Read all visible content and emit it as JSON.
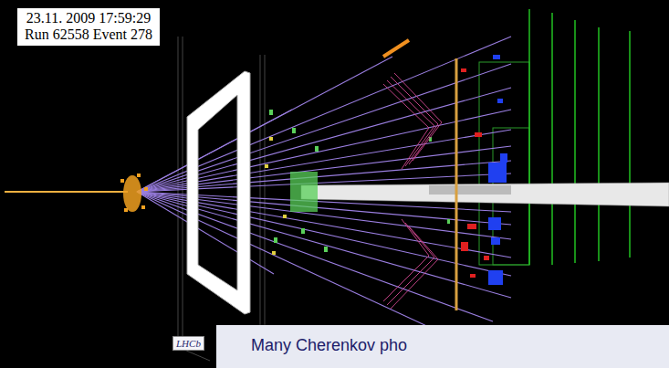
{
  "diagram": {
    "nodes": [
      {
        "text": [
          "23.11. 2009 17:59:29",
          "Run 62558 Event 278"
        ]
      },
      {
        "text": [
          "Many Cherenkov pho"
        ]
      }
    ],
    "labels": [
      "LHCb"
    ]
  }
}
